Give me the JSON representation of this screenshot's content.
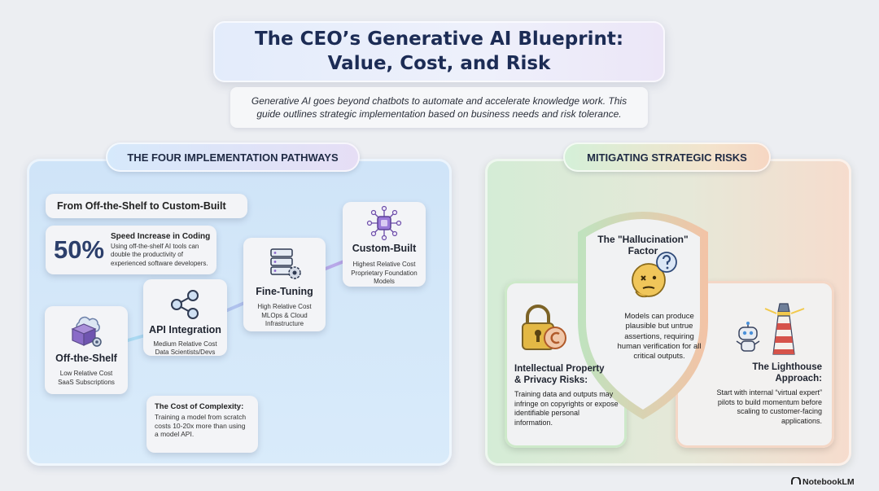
{
  "title": {
    "line1": "The CEO’s Generative AI Blueprint:",
    "line2": "Value, Cost, and Risk"
  },
  "subtitle": {
    "line1": "Generative AI goes beyond chatbots to automate and accelerate knowledge work. This",
    "line2": "guide outlines strategic implementation based on business needs and risk tolerance."
  },
  "pathways": {
    "header": "THE FOUR IMPLEMENTATION PATHWAYS",
    "from_label": "From Off-the-Shelf to Custom-Built",
    "stat": {
      "value": "50%",
      "title": "Speed Increase in Coding",
      "description": "Using off-the-shelf AI tools can double the productivity of experienced software developers."
    },
    "items": [
      {
        "title": "Off-the-Shelf",
        "line1": "Low Relative Cost",
        "line2": "SaaS Subscriptions",
        "icon": "box-cloud-icon"
      },
      {
        "title": "API Integration",
        "line1": "Medium Relative Cost",
        "line2": "Data Scientists/Devs",
        "icon": "share-nodes-icon"
      },
      {
        "title": "Fine-Tuning",
        "line1": "High Relative Cost",
        "line2": "MLOps & Cloud",
        "line3": "Infrastructure",
        "icon": "server-gear-icon"
      },
      {
        "title": "Custom-Built",
        "line1": "Highest Relative Cost",
        "line2": "Proprietary Foundation",
        "line3": "Models",
        "icon": "neural-chip-icon"
      }
    ],
    "complexity": {
      "title": "The Cost of Complexity:",
      "text": "Training a model from scratch costs 10-20x more than using a model API."
    }
  },
  "risks": {
    "header": "MITIGATING STRATEGIC RISKS",
    "hallucination": {
      "title": "The \"Hallucination\" Factor",
      "text": "Models can produce plausible but untrue assertions, requiring human verification for all critical outputs.",
      "icon": "confused-face-question-icon"
    },
    "ip": {
      "title_line1": "Intellectual Property",
      "title_line2": "& Privacy Risks:",
      "text": "Training data and outputs may infringe on copyrights or expose identifiable personal information.",
      "icon": "padlock-copyright-icon"
    },
    "lighthouse": {
      "title_line1": "The Lighthouse",
      "title_line2": "Approach:",
      "text": "Start with internal “virtual expert” pilots to build momentum before scaling to customer-facing applications.",
      "icon": "robot-lighthouse-icon"
    }
  },
  "brand": "NotebookLM",
  "colors": {
    "title_text": "#1c2c55",
    "left_panel": "#d2e6f9",
    "accent_purple": "#8a63c9",
    "stat_blue": "#2c3f6b",
    "shield_green": "#bfe3bf",
    "shield_orange": "#f3c3a6"
  }
}
